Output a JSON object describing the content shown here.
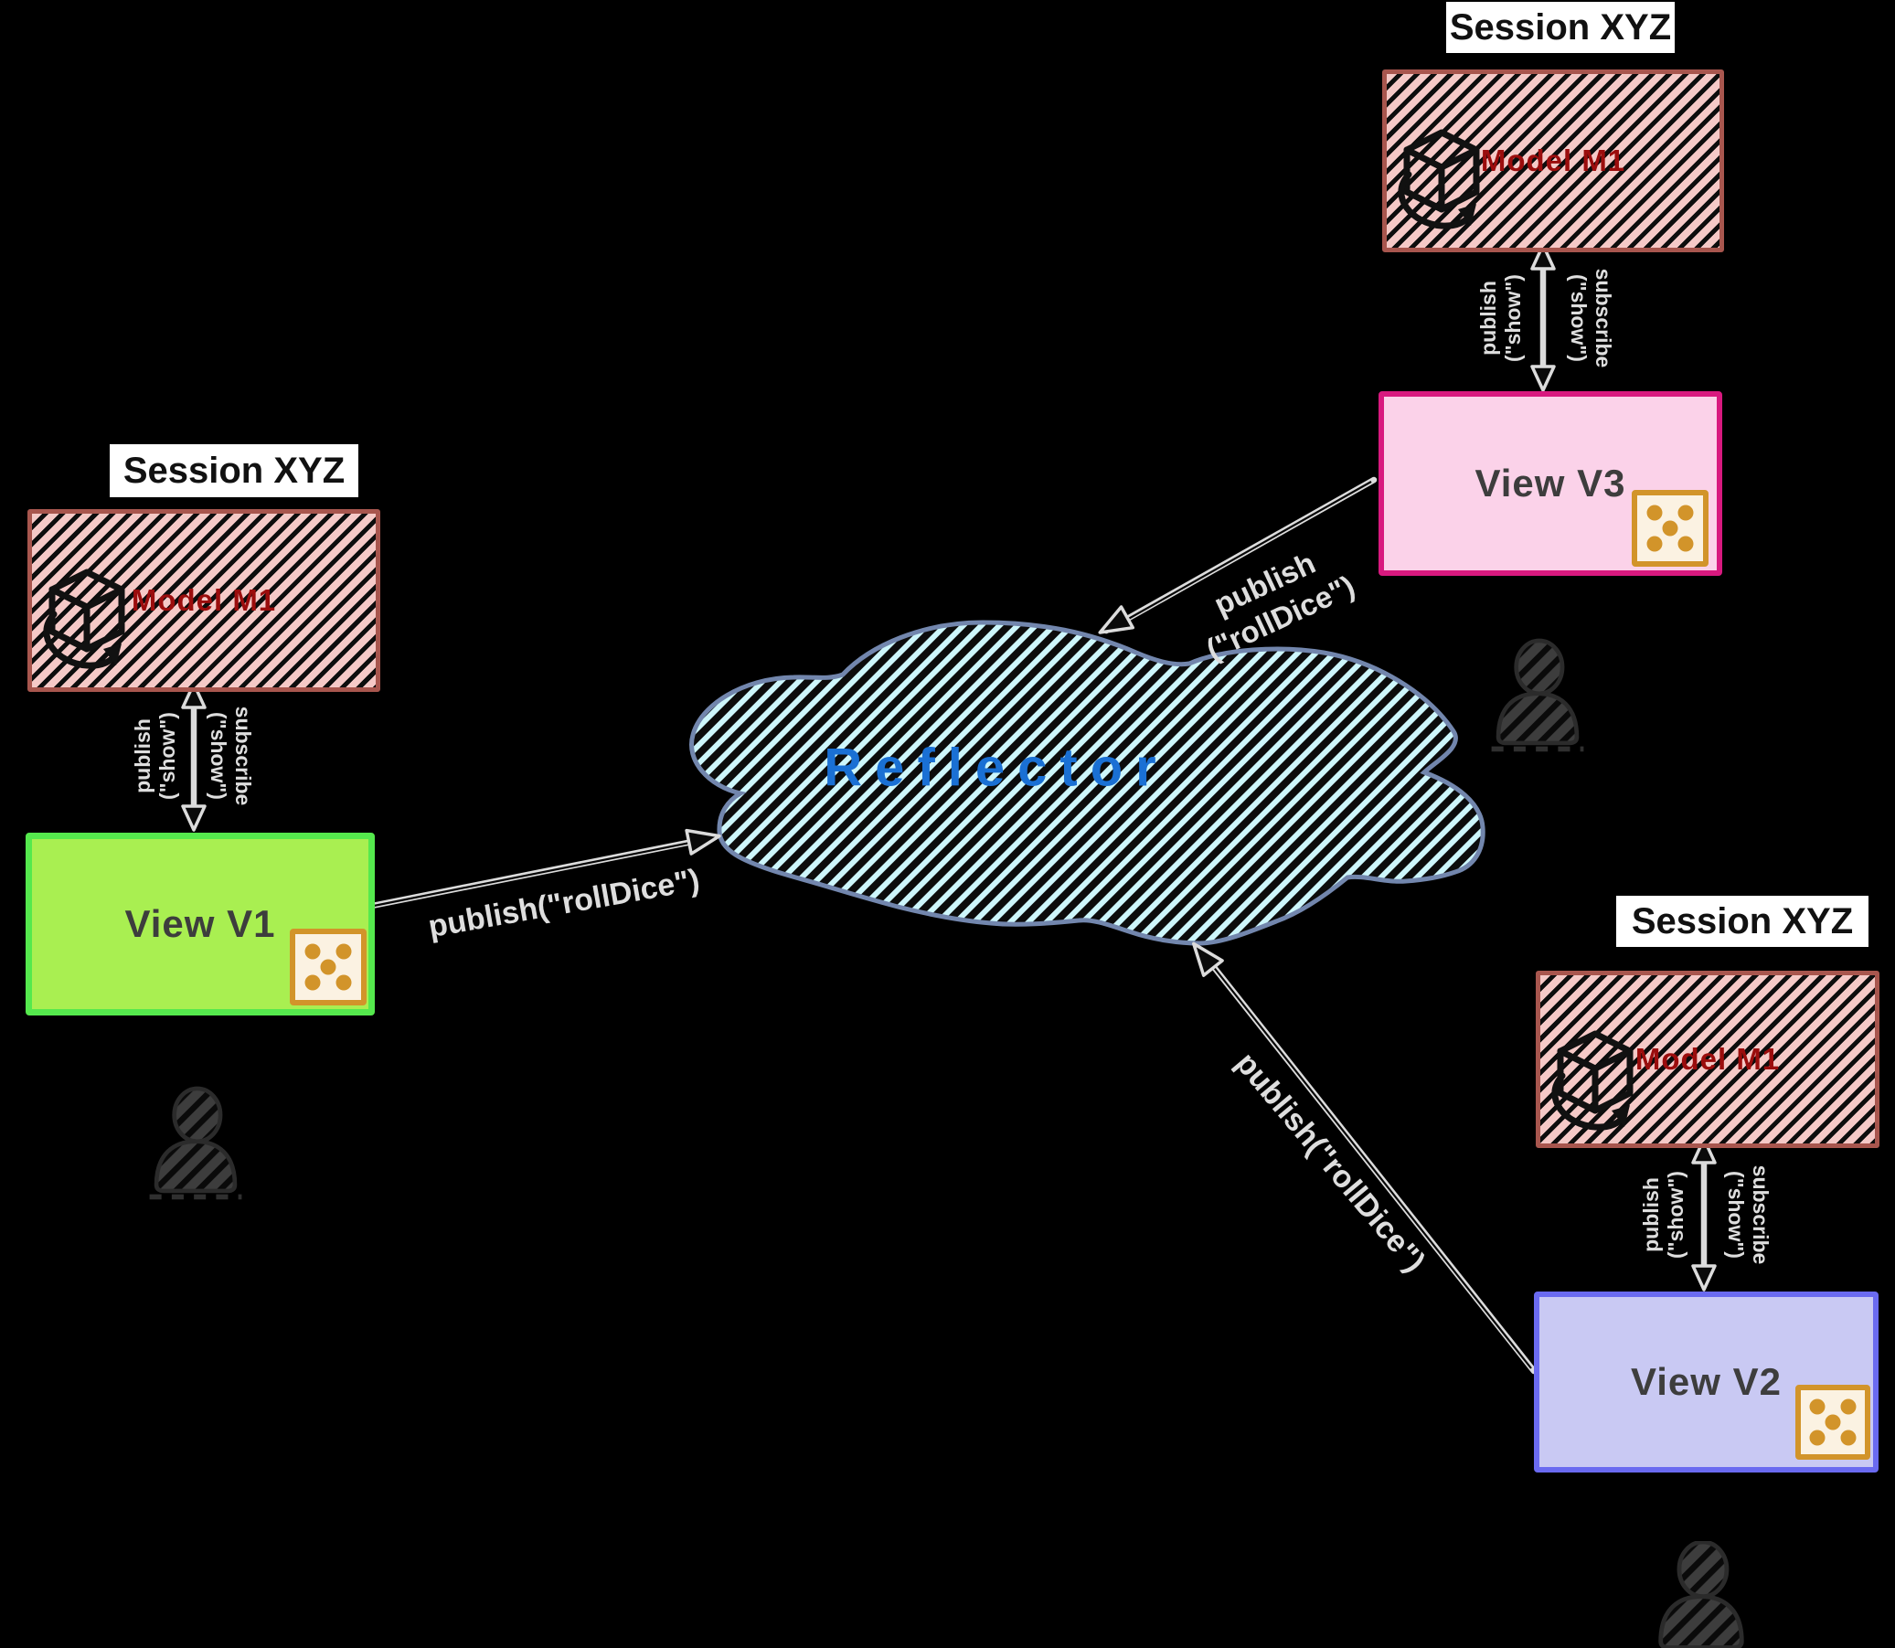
{
  "colors": {
    "background": "#000000",
    "session-label-bg": "#ffffff",
    "session-label-text": "#111111",
    "model-fill": "#f5c9c7",
    "model-border": "#a8564e",
    "model-text": "#9b0d0d",
    "model-hatch": "#0d0d0d",
    "view1-fill": "#a9ef51",
    "view1-border": "#55e94d",
    "view2-fill": "#c9c9f3",
    "view2-border": "#6a6af0",
    "view3-fill": "#fbd2e9",
    "view3-border": "#d8197f",
    "view-text": "#3d3d3d",
    "cloud-fill": "#cdf6fb",
    "cloud-border": "#7286ad",
    "cloud-hatch": "#0c0c0c",
    "reflector-text": "#1a70d4",
    "arrow": "#dcdcdc",
    "label-text": "#dedede",
    "dice-fill": "#fbf2e2",
    "dice-border": "#d2942a",
    "person-fill": "#3d3d3d"
  },
  "cloud": {
    "label": "Reflector"
  },
  "sessions": [
    {
      "id": "left",
      "title": "Session XYZ",
      "model_label": "Model M1",
      "view_label": "View V1"
    },
    {
      "id": "top-right",
      "title": "Session XYZ",
      "model_label": "Model M1",
      "view_label": "View V3"
    },
    {
      "id": "bottom-right",
      "title": "Session XYZ",
      "model_label": "Model M1",
      "view_label": "View V2"
    }
  ],
  "model_view_links": {
    "publish": "publish",
    "publish_arg": "(\"show\")",
    "subscribe": "subscribe",
    "subscribe_arg": "(\"show\")"
  },
  "reflector_links": {
    "v1": {
      "label": "publish(\"rollDice\")"
    },
    "v3": {
      "line1": "publish",
      "line2": "(\"rollDice\")"
    },
    "v2": {
      "label": "publish(\"rollDice\")"
    }
  }
}
